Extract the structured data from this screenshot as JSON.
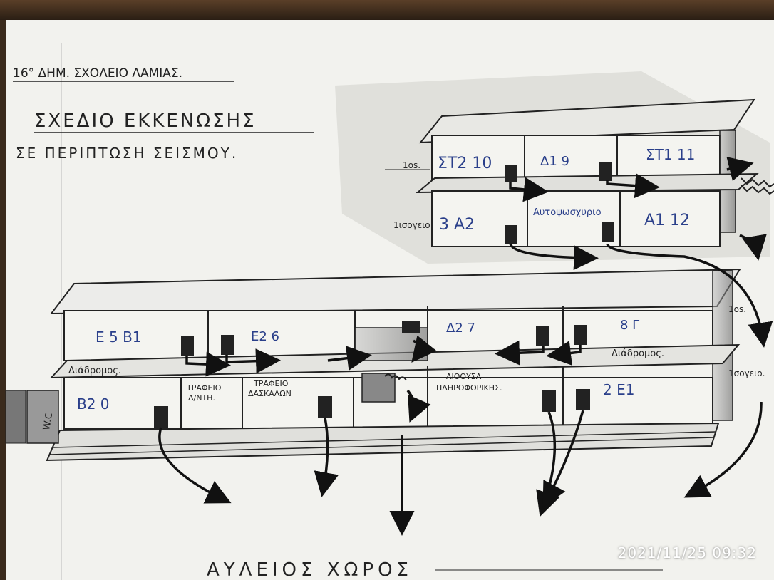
{
  "title": "16° ΔΗΜ. ΣΧΟΛΕΙΟ ΛΑΜΙΑΣ.",
  "heading_line1": "ΣΧΕΔΙΟ ΕΚΚΕΝΩΣΗΣ",
  "heading_line2": "ΣΕ ΠΕΡΙΠΤΩΣΗ ΣΕΙΣΜΟΥ.",
  "footer_label": "ΑΥΛΕΙΟΣ  ΧΩΡΟΣ",
  "timestamp": "2021/11/25 09:32",
  "building_small": {
    "floor_upper": "1os.",
    "floor_ground": "1ισογειο",
    "rooms_upper": [
      "ΣΤ2 10",
      "Δ1 9",
      "ΣΤ1 11"
    ],
    "rooms_ground": [
      "3 Α2",
      "Αυτοψωσχυριο",
      "Α1 12"
    ]
  },
  "building_large": {
    "floor_upper": "1os.",
    "floor_ground": "1σογειο.",
    "corridor_left": "Διάδρομος.",
    "corridor_right": "Διάδρομος.",
    "rooms_upper": [
      "Ε 5  Β1",
      "Ε2  6",
      "Δ2  7",
      "8  Γ"
    ],
    "rooms_ground": [
      "Β2  0",
      "ΤΡΑΦΕΙΟ Δ/ΝΤΗ.",
      "ΤΡΑΦΕΙΟ ΔΑΣΚΑΛΩΝ",
      "ΑΙΘΟΥΣΑ ΠΛΗΡΟΦΟΡΙΚΗΣ",
      "2  Ε1"
    ],
    "wc": "W.C"
  }
}
